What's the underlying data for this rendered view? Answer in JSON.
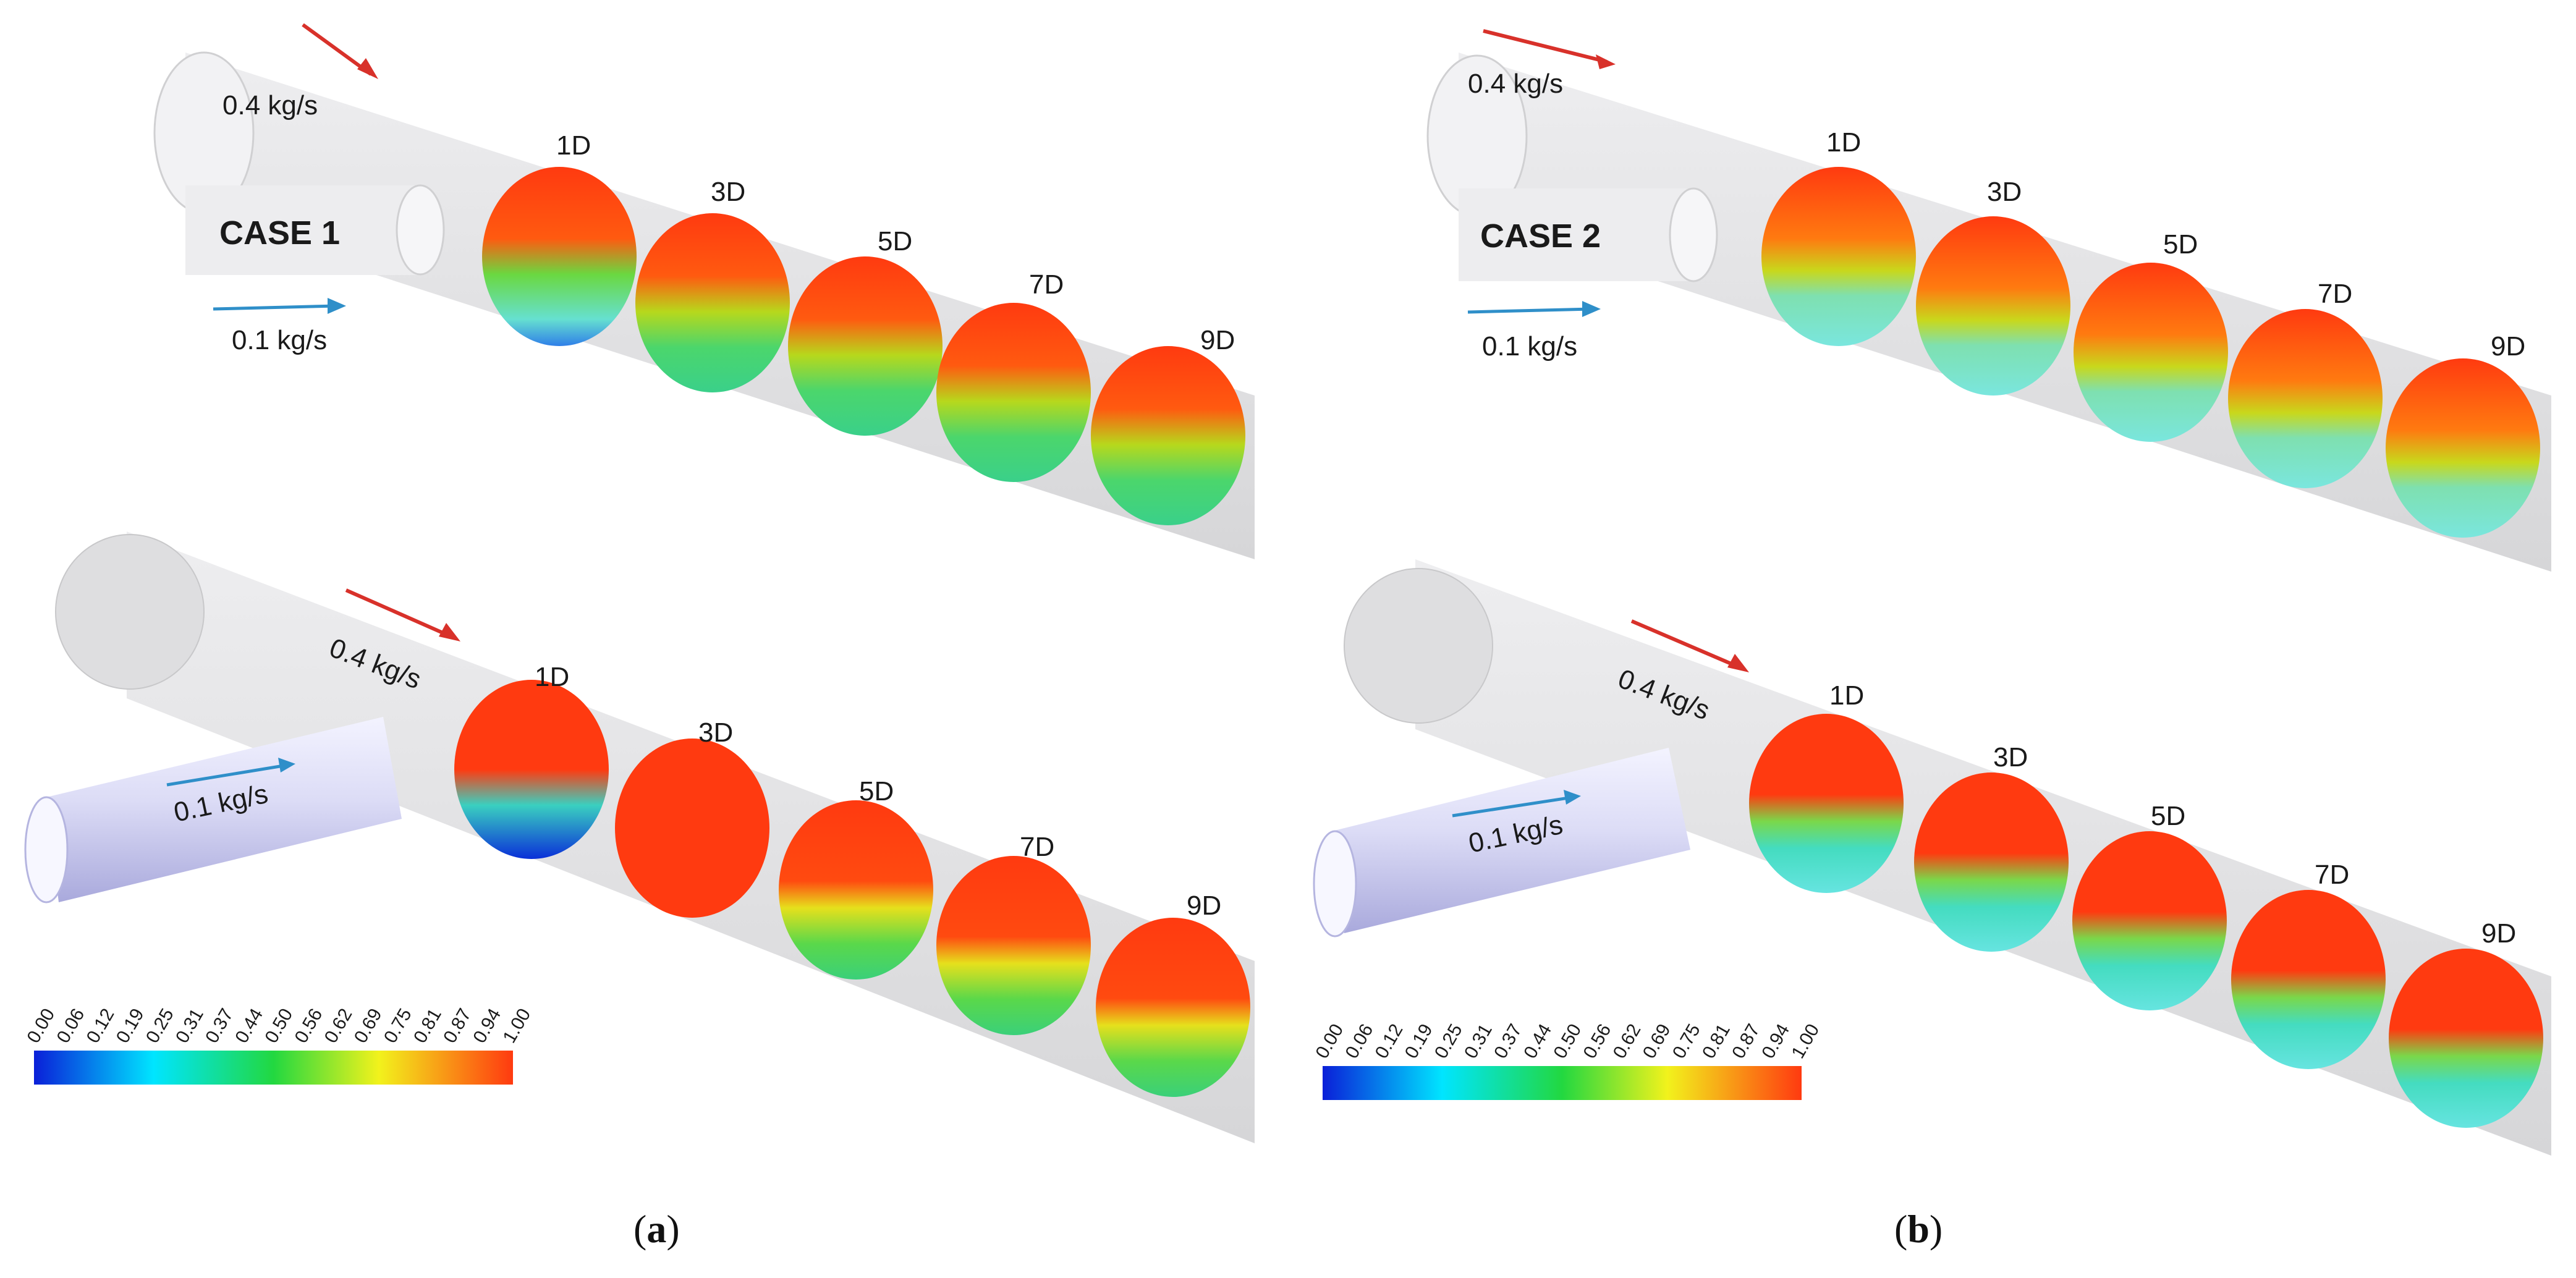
{
  "panels": [
    {
      "id": "a",
      "caption_open": "(",
      "caption_letter": "a",
      "caption_close": ")",
      "top": {
        "case_label": "CASE 1",
        "main_flow": "0.4 kg/s",
        "branch_flow": "0.1 kg/s",
        "stations": [
          "1D",
          "3D",
          "5D",
          "7D",
          "9D"
        ]
      },
      "bottom": {
        "main_flow": "0.4 kg/s",
        "branch_flow": "0.1 kg/s",
        "stations": [
          "1D",
          "3D",
          "5D",
          "7D",
          "9D"
        ]
      }
    },
    {
      "id": "b",
      "caption_open": "(",
      "caption_letter": "b",
      "caption_close": ")",
      "top": {
        "case_label": "CASE 2",
        "main_flow": "0.4 kg/s",
        "branch_flow": "0.1 kg/s",
        "stations": [
          "1D",
          "3D",
          "5D",
          "7D",
          "9D"
        ]
      },
      "bottom": {
        "main_flow": "0.4 kg/s",
        "branch_flow": "0.1 kg/s",
        "stations": [
          "1D",
          "3D",
          "5D",
          "7D",
          "9D"
        ]
      }
    }
  ],
  "colorbar_ticks": [
    "0.00",
    "0.06",
    "0.12",
    "0.19",
    "0.25",
    "0.31",
    "0.37",
    "0.44",
    "0.50",
    "0.56",
    "0.62",
    "0.69",
    "0.75",
    "0.81",
    "0.87",
    "0.94",
    "1.00"
  ],
  "colors": {
    "main_arrow": "#d8312a",
    "branch_arrow": "#2f8fc9",
    "pipe_fill": "#e4e4e6",
    "branch_pipe": "#c9c9ef",
    "scale": [
      "#0a1fd8",
      "#00e5ff",
      "#22d840",
      "#f2f21c",
      "#ff3a10"
    ]
  },
  "icons": {
    "main_arrow": "red-flow-arrow-icon",
    "branch_arrow": "blue-flow-arrow-icon"
  }
}
